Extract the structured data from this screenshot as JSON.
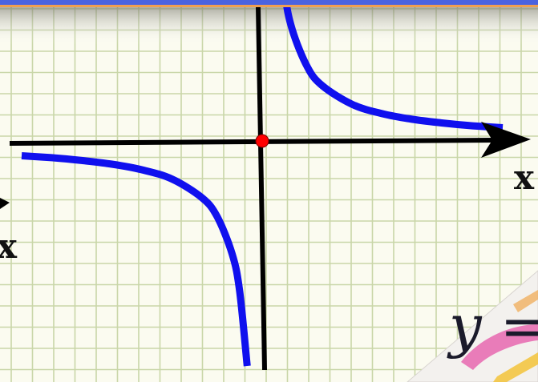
{
  "chart_data": {
    "type": "line",
    "title": "",
    "xlabel": "x",
    "xlabel_left": "x",
    "formula_fragment": "y =",
    "grid": true,
    "series": [
      {
        "name": "",
        "color": "#1010ee",
        "x": [
          0.3,
          0.4,
          0.5,
          0.75,
          1,
          1.5,
          2,
          3,
          4,
          5,
          6,
          7,
          8
        ],
        "y": [
          13.33,
          10,
          8,
          5.33,
          4,
          2.67,
          2,
          1.33,
          1,
          0.8,
          0.67,
          0.57,
          0.5
        ]
      },
      {
        "name": "",
        "color": "#1010ee",
        "x": [
          -8,
          -7,
          -6,
          -5,
          -4,
          -3,
          -2,
          -1.5,
          -1,
          -0.75,
          -0.5
        ],
        "y": [
          -0.5,
          -0.57,
          -0.67,
          -0.8,
          -1,
          -1.33,
          -2,
          -2.67,
          -4,
          -5.33,
          -8
        ]
      }
    ],
    "origin_marker_color": "#ff0000"
  },
  "colors": {
    "background": "#fbfbf0",
    "grid": "#c9d6a8",
    "axes": "#000000",
    "top_bar": "#4a63e0",
    "top_bar_edge": "#f0a050"
  }
}
